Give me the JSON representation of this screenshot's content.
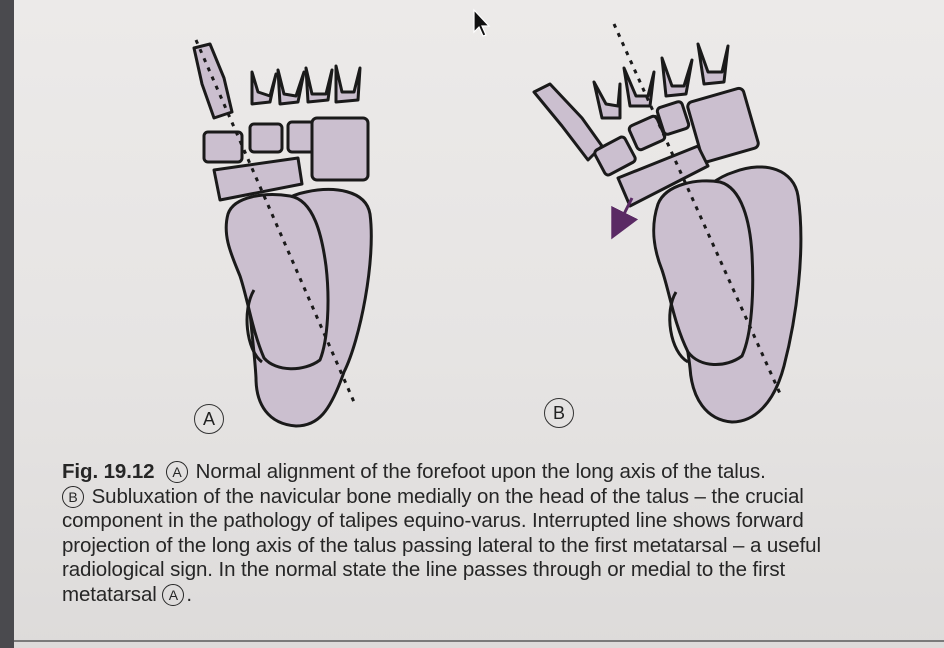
{
  "figure": {
    "panel_a_label": "A",
    "panel_b_label": "B"
  },
  "caption": {
    "fig_number": "Fig. 19.12",
    "ref_a": "A",
    "text_a": "Normal alignment of the forefoot upon the long axis of the talus.",
    "ref_b": "B",
    "line1_b": "Subluxation of the navicular bone medially on the head of the talus – the crucial",
    "line2": "component in the pathology of talipes equino-varus. Interrupted line shows forward",
    "line3": "projection of the long axis of the talus passing lateral to the first metatarsal – a useful",
    "line4": "radiological sign. In the normal state the line passes through or medial to the first",
    "line5_pre": "metatarsal",
    "ref_end": "A",
    "line5_post": "."
  },
  "colors": {
    "bone_fill": "#cbbfcf",
    "outline": "#1a1a1a",
    "arrow": "#5a2a64"
  },
  "icons": [
    "mouse-pointer-icon"
  ]
}
